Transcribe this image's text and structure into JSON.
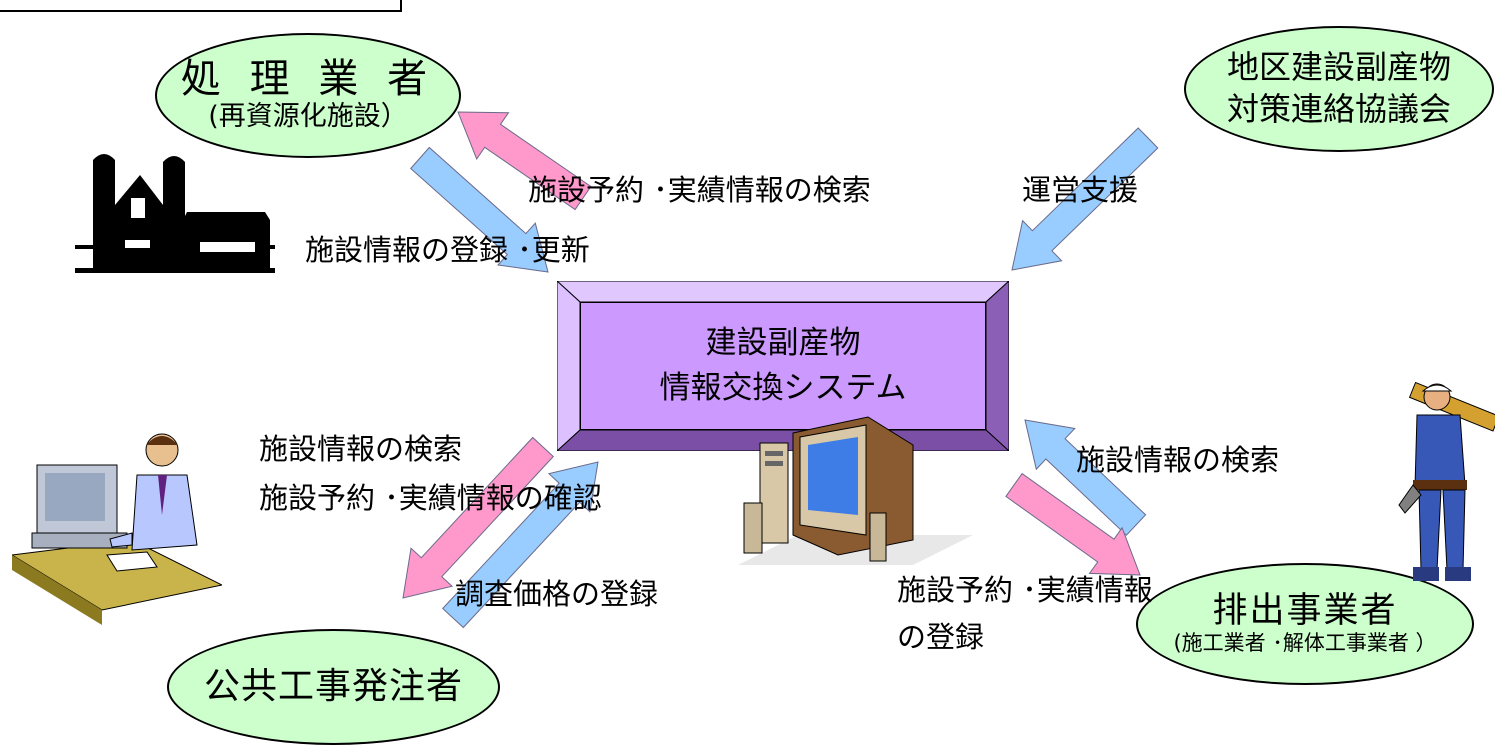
{
  "nodes": {
    "processor": {
      "title": "処 理 業 者",
      "subtitle": "(再資源化施設）"
    },
    "council": {
      "line1": "地区建設副産物",
      "line2": "対策連絡協議会"
    },
    "discharger": {
      "title": "排出事業者",
      "subtitle": "(施工業者 ･解体工事業者 ）"
    },
    "orderer": {
      "title": "公共工事発注者"
    }
  },
  "center": {
    "line1": "建設副産物",
    "line2": "情報交換システム"
  },
  "labels": {
    "facility_register_update": "施設情報の登録 ･更新",
    "reservation_search": "施設予約 ･実績情報の検索",
    "operation_support": "運営支援",
    "facility_search_left": "施設情報の検索",
    "reservation_confirm": "施設予約 ･実績情報の確認",
    "price_register": "調査価格の登録",
    "facility_search_right": "施設情報の検索",
    "reservation_register_1": "施設予約 ･実績情報",
    "reservation_register_2": "の登録"
  },
  "colors": {
    "node_fill": "#ccffcc",
    "center_fill": "#cc99ff",
    "arrow_blue": "#99ccff",
    "arrow_pink": "#ff99cc"
  },
  "icons": {
    "processor": "barn-silhouette-icon",
    "orderer": "office-worker-at-computer-icon",
    "center": "desktop-computer-icon",
    "discharger": "construction-worker-icon"
  }
}
